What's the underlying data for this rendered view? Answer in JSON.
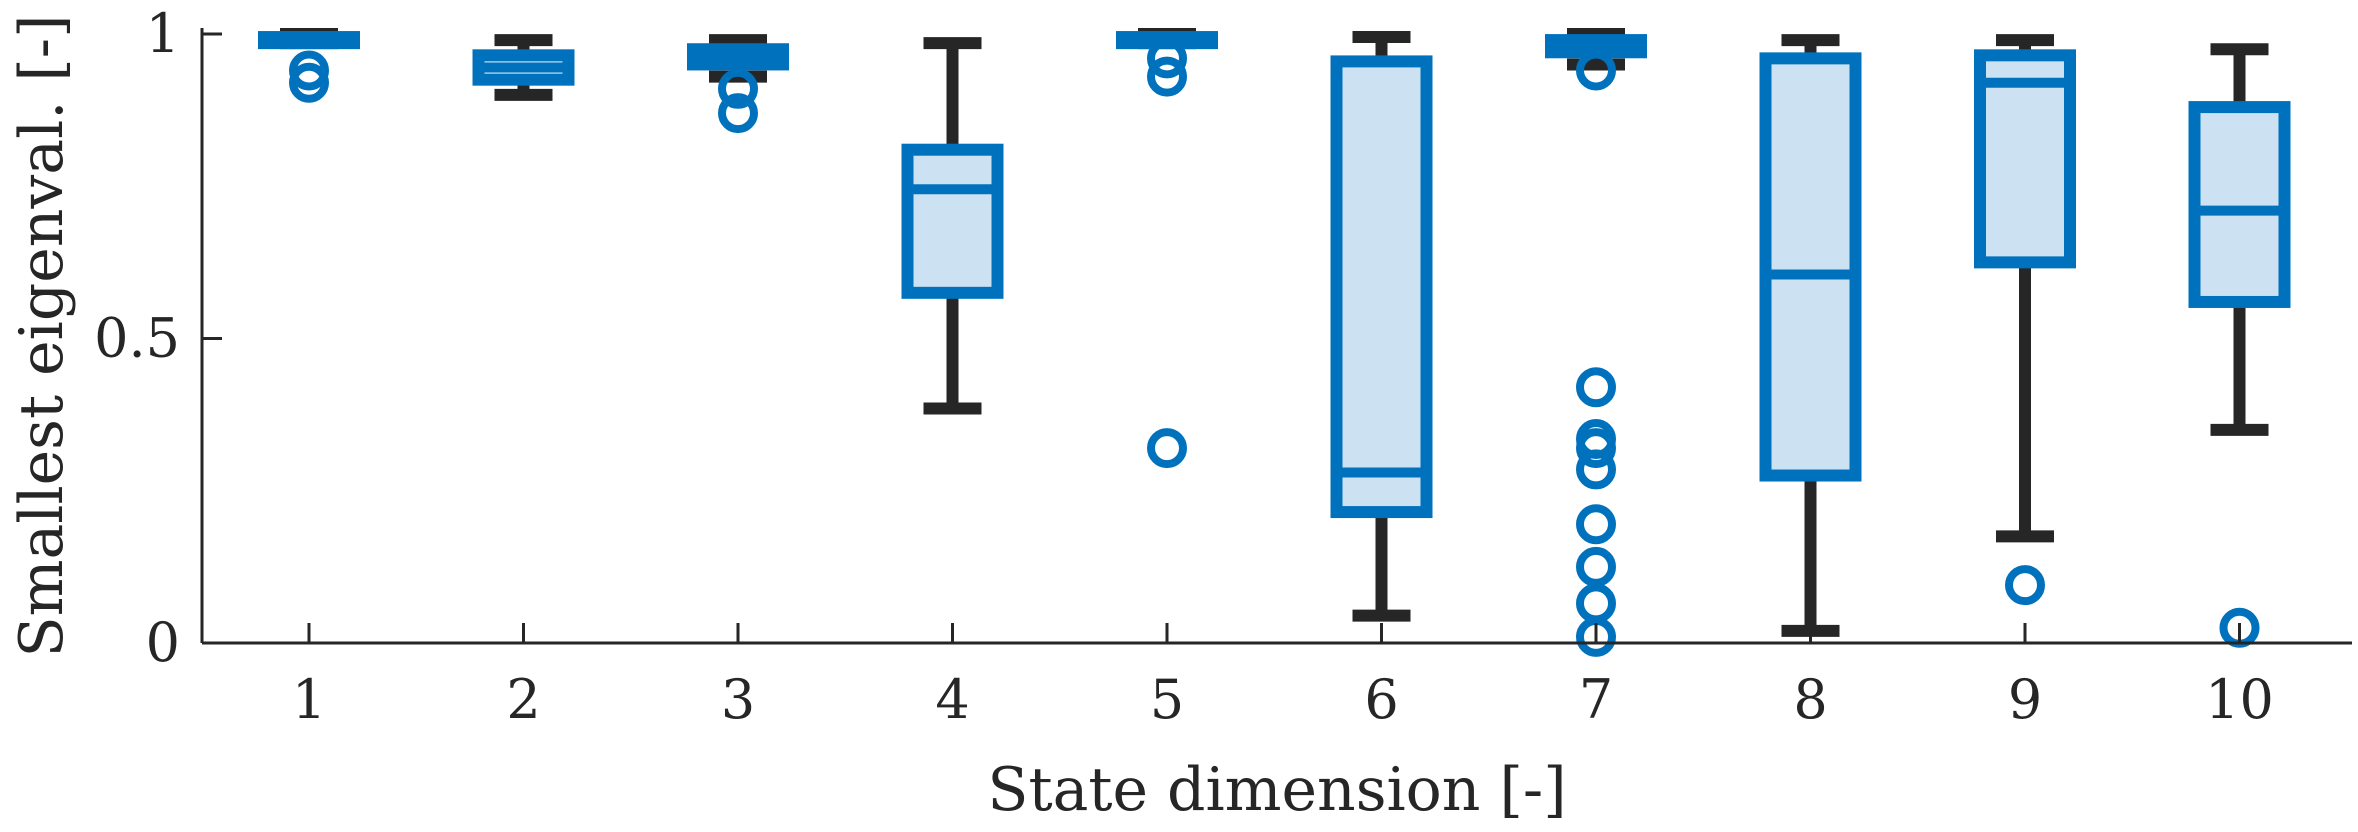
{
  "chart_data": {
    "type": "box",
    "xlabel": "State dimension [-]",
    "ylabel": "Smallest eigenval. [-]",
    "ylim": [
      0,
      1
    ],
    "yticks": [
      {
        "value": 0,
        "label": "0"
      },
      {
        "value": 0.5,
        "label": "0.5"
      },
      {
        "value": 1,
        "label": "1"
      }
    ],
    "categories": [
      "1",
      "2",
      "3",
      "4",
      "5",
      "6",
      "7",
      "8",
      "9",
      "10"
    ],
    "grid": false,
    "colors": {
      "box_edge": "#0072BD",
      "box_fill": "#CCE2F2",
      "whisker": "#262626",
      "outlier": "#0072BD",
      "axis": "#262626"
    },
    "boxes": [
      {
        "category": "1",
        "whisker_low": 0.985,
        "q1": 0.985,
        "median": 0.99,
        "q3": 0.995,
        "whisker_high": 1.0,
        "outliers": [
          0.94,
          0.92
        ]
      },
      {
        "category": "2",
        "whisker_low": 0.9,
        "q1": 0.925,
        "median": 0.945,
        "q3": 0.965,
        "whisker_high": 0.99,
        "outliers": []
      },
      {
        "category": "3",
        "whisker_low": 0.93,
        "q1": 0.95,
        "median": 0.965,
        "q3": 0.975,
        "whisker_high": 0.99,
        "outliers": [
          0.91,
          0.87
        ]
      },
      {
        "category": "4",
        "whisker_low": 0.385,
        "q1": 0.575,
        "median": 0.745,
        "q3": 0.81,
        "whisker_high": 0.985,
        "outliers": []
      },
      {
        "category": "5",
        "whisker_low": 0.985,
        "q1": 0.985,
        "median": 0.99,
        "q3": 0.995,
        "whisker_high": 1.0,
        "outliers": [
          0.96,
          0.93,
          0.32
        ]
      },
      {
        "category": "6",
        "whisker_low": 0.045,
        "q1": 0.215,
        "median": 0.28,
        "q3": 0.955,
        "whisker_high": 0.995,
        "outliers": []
      },
      {
        "category": "7",
        "whisker_low": 0.95,
        "q1": 0.97,
        "median": 0.98,
        "q3": 0.99,
        "whisker_high": 1.0,
        "outliers": [
          0.94,
          0.42,
          0.335,
          0.32,
          0.285,
          0.195,
          0.125,
          0.065,
          0.01
        ]
      },
      {
        "category": "8",
        "whisker_low": 0.02,
        "q1": 0.275,
        "median": 0.605,
        "q3": 0.96,
        "whisker_high": 0.99,
        "outliers": []
      },
      {
        "category": "9",
        "whisker_low": 0.175,
        "q1": 0.625,
        "median": 0.92,
        "q3": 0.965,
        "whisker_high": 0.99,
        "outliers": [
          0.095
        ]
      },
      {
        "category": "10",
        "whisker_low": 0.35,
        "q1": 0.56,
        "median": 0.71,
        "q3": 0.88,
        "whisker_high": 0.975,
        "outliers": [
          0.025
        ]
      }
    ]
  }
}
